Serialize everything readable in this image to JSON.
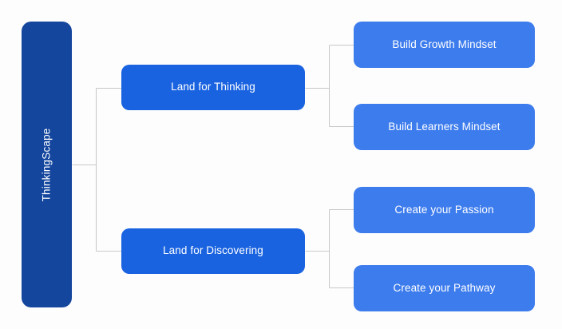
{
  "diagram": {
    "type": "horizontal-tree-mindmap",
    "background_color": "#fdfdfd",
    "edge_color": "#c8c8c8",
    "root": {
      "label": "ThinkingScape",
      "color": "#14469e",
      "text_orientation": "vertical-bottom-to-top"
    },
    "branches": [
      {
        "label": "Land for Thinking",
        "color": "#1a63e0",
        "children": [
          {
            "label": "Build Growth Mindset",
            "color": "#3d7ced"
          },
          {
            "label": "Build Learners Mindset",
            "color": "#3d7ced"
          }
        ]
      },
      {
        "label": "Land for Discovering",
        "color": "#1a63e0",
        "children": [
          {
            "label": "Create your Passion",
            "color": "#3d7ced"
          },
          {
            "label": "Create your Pathway",
            "color": "#3d7ced"
          }
        ]
      }
    ]
  }
}
